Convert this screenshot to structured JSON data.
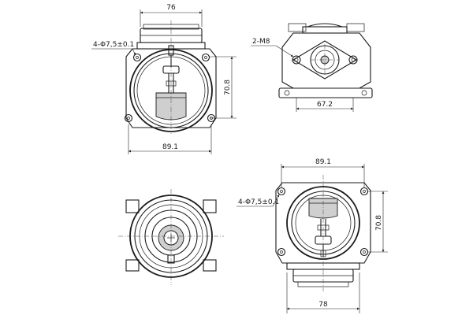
{
  "drawing": {
    "front_view": {
      "top_width": "76",
      "height": "70.8",
      "bottom_width": "89.1",
      "hole_callout": "4-Φ7,5±0.1"
    },
    "side_view": {
      "thread_callout": "2-M8",
      "flange_width": "67.2"
    },
    "rear_view": {
      "top_width": "89.1",
      "height": "70.8",
      "bottom_width": "78",
      "hole_callout": "4-Φ7,5±0.1"
    }
  }
}
